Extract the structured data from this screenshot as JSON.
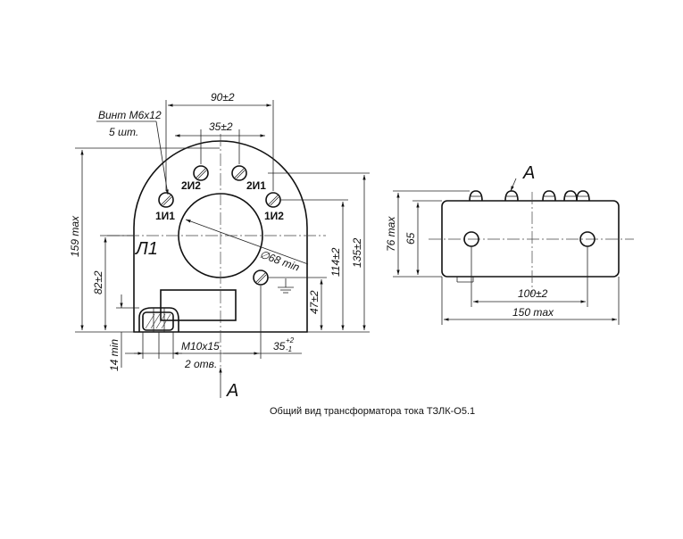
{
  "caption": "Общий вид трансформатора тока ТЗЛК-О5.1",
  "front_view": {
    "terminals": {
      "top_left": "2И2",
      "top_right": "2И1",
      "mid_left": "1И1",
      "mid_right": "1И2"
    },
    "marking": "Л1",
    "screw_note_line1": "Винт М6х12",
    "screw_note_line2": "5 шт.",
    "dim_width_top": "90±2",
    "dim_terminal_spacing": "35±2",
    "dim_window_diameter": "∅68 min",
    "dim_height_total": "159 max",
    "dim_height_135": "135±2",
    "dim_height_114": "114±2",
    "dim_height_47": "47±2",
    "dim_height_82": "82±2",
    "dim_bottom_14": "14 min",
    "dim_threaded_holes_line1": "М10х15",
    "dim_threaded_holes_line2": "2 отв.",
    "dim_offset_35": "35",
    "dim_offset_35_tol_upper": "+2",
    "dim_offset_35_tol_lower": "-1",
    "section_label": "А"
  },
  "side_view": {
    "view_label": "А",
    "dim_height_76": "76 max",
    "dim_height_65": "65",
    "dim_hole_spacing": "100±2",
    "dim_length": "150 max"
  }
}
